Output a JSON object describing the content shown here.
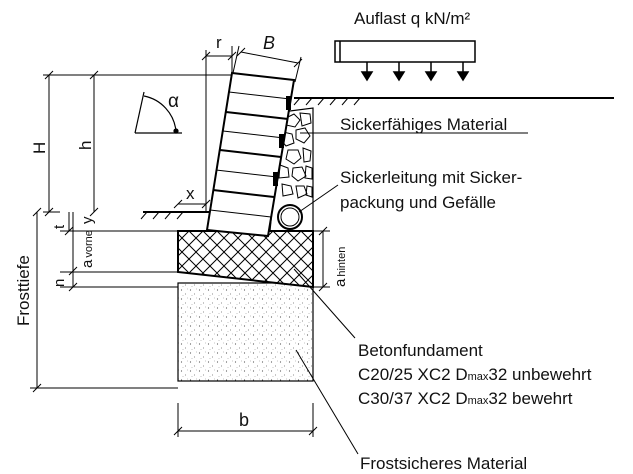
{
  "labels": {
    "load": "Auflast q kN/m²",
    "drain_material": "Sickerfähiges Material",
    "drain_pipe_line1": "Sickerleitung mit Sicker-",
    "drain_pipe_line2": "packung und Gefälle",
    "foundation_title": "Betonfundament",
    "concrete_spec1_grade": "C20/25 XC2 D",
    "concrete_spec1_sub": "max",
    "concrete_spec1_tail": "32 unbewehrt",
    "concrete_spec2_grade": "C30/37 XC2 D",
    "concrete_spec2_sub": "max",
    "concrete_spec2_tail": "32 bewehrt",
    "frost_material": "Frostsicheres Material",
    "frost_depth": "Frosttiefe"
  },
  "dims": {
    "r": "r",
    "B": "B",
    "H": "H",
    "h": "h",
    "alpha": "α",
    "x": "x",
    "t": "t",
    "y": "y",
    "a_front": "a",
    "a_front_sub": "vorne",
    "n": "n",
    "a_back": "a",
    "a_back_sub": "hinten",
    "b": "b"
  }
}
